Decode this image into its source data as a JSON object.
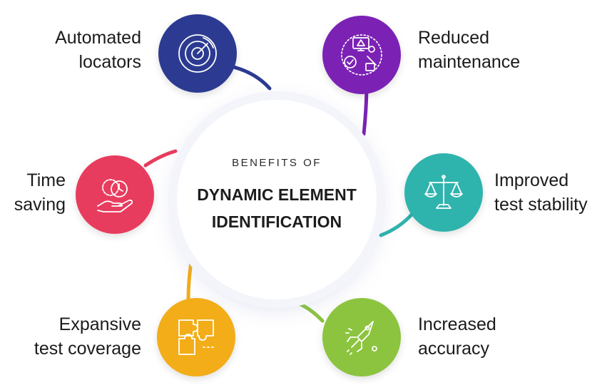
{
  "hub": {
    "kicker": "BENEFITS OF",
    "title_line1": "DYNAMIC ELEMENT",
    "title_line2": "IDENTIFICATION"
  },
  "benefits": [
    {
      "line1": "Automated",
      "line2": "locators",
      "color": "#2c3b91",
      "icon": "radar-icon"
    },
    {
      "line1": "Reduced",
      "line2": "maintenance",
      "color": "#7b22b5",
      "icon": "maintenance-tools-icon"
    },
    {
      "line1": "Improved",
      "line2": "test stability",
      "color": "#2fb3ad",
      "icon": "balance-scale-icon"
    },
    {
      "line1": "Increased",
      "line2": "accuracy",
      "color": "#8cc43f",
      "icon": "rocket-icon"
    },
    {
      "line1": "Expansive",
      "line2": "test coverage",
      "color": "#f2ad18",
      "icon": "puzzle-icon"
    },
    {
      "line1": "Time",
      "line2": "saving",
      "color": "#e83c5e",
      "icon": "hand-clock-icon"
    }
  ]
}
